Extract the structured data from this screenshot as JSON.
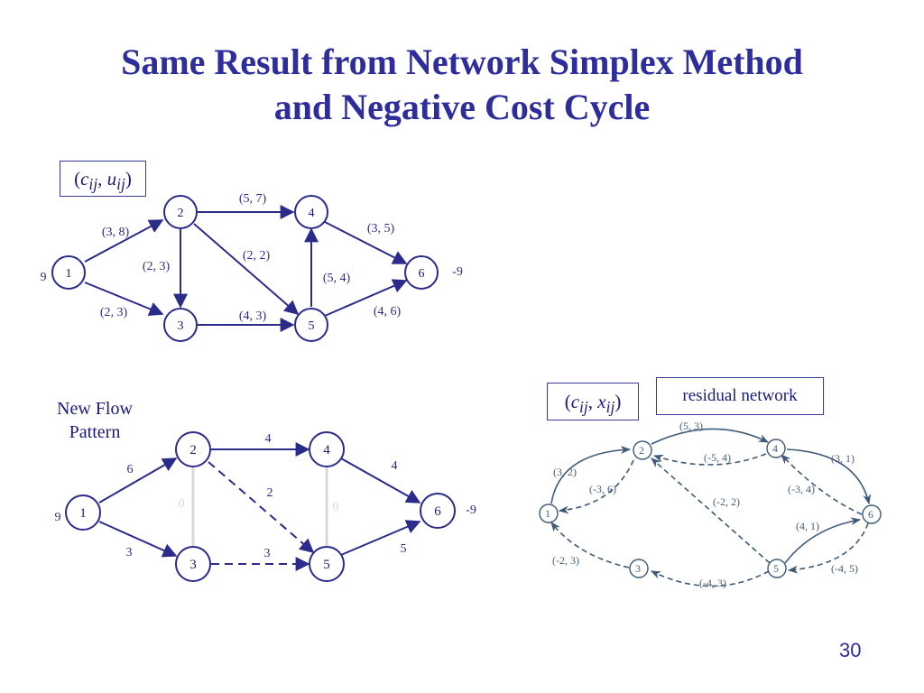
{
  "title": {
    "line1": "Same Result from Network Simplex Method",
    "line2": "and Negative Cost Cycle"
  },
  "legend_top": {
    "open": "(",
    "c": "c",
    "c_sub": "ij",
    "sep": ", ",
    "u": "u",
    "u_sub": "ij",
    "close": ")"
  },
  "legend_mid": {
    "open": "(",
    "c": "c",
    "c_sub": "ij",
    "sep": ", ",
    "x": "x",
    "x_sub": "ij",
    "close": ")"
  },
  "residual_label": "residual network",
  "new_flow_label": {
    "line1": "New Flow",
    "line2": "Pattern"
  },
  "page_number": "30",
  "graph1": {
    "nodes": [
      {
        "id": "1",
        "supply_label": "9"
      },
      {
        "id": "2"
      },
      {
        "id": "3"
      },
      {
        "id": "4"
      },
      {
        "id": "5"
      },
      {
        "id": "6",
        "supply_label": "-9"
      }
    ],
    "arcs": [
      {
        "from": "1",
        "to": "2",
        "label": "(3, 8)"
      },
      {
        "from": "1",
        "to": "3",
        "label": "(2, 3)"
      },
      {
        "from": "2",
        "to": "3",
        "label": "(2, 3)"
      },
      {
        "from": "2",
        "to": "4",
        "label": "(5, 7)"
      },
      {
        "from": "2",
        "to": "5",
        "label": "(2, 2)"
      },
      {
        "from": "3",
        "to": "5",
        "label": "(4, 3)"
      },
      {
        "from": "5",
        "to": "4",
        "label": "(5, 4)"
      },
      {
        "from": "4",
        "to": "6",
        "label": "(3, 5)"
      },
      {
        "from": "5",
        "to": "6",
        "label": "(4, 6)"
      }
    ]
  },
  "graph2": {
    "nodes": [
      {
        "id": "1",
        "supply_label": "9"
      },
      {
        "id": "2"
      },
      {
        "id": "3"
      },
      {
        "id": "4"
      },
      {
        "id": "5"
      },
      {
        "id": "6",
        "supply_label": "-9"
      }
    ],
    "arcs": [
      {
        "from": "1",
        "to": "2",
        "label": "6"
      },
      {
        "from": "1",
        "to": "3",
        "label": "3"
      },
      {
        "from": "2",
        "to": "4",
        "label": "4"
      },
      {
        "from": "2",
        "to": "5",
        "label": "2",
        "style": "dashed"
      },
      {
        "from": "2",
        "to": "3",
        "label": "0",
        "style": "faint"
      },
      {
        "from": "3",
        "to": "5",
        "label": "3",
        "style": "dashed"
      },
      {
        "from": "4",
        "to": "5",
        "label": "0",
        "style": "faint"
      },
      {
        "from": "4",
        "to": "6",
        "label": "4"
      },
      {
        "from": "5",
        "to": "6",
        "label": "5"
      }
    ]
  },
  "graph3": {
    "nodes": [
      {
        "id": "1"
      },
      {
        "id": "2"
      },
      {
        "id": "3"
      },
      {
        "id": "4"
      },
      {
        "id": "5"
      },
      {
        "id": "6"
      }
    ],
    "arcs": [
      {
        "label": "(5, 3)"
      },
      {
        "label": "(-5, 4)"
      },
      {
        "label": "(3, 2)"
      },
      {
        "label": "(-3, 6)"
      },
      {
        "label": "(3, 1)"
      },
      {
        "label": "(-3, 4)"
      },
      {
        "label": "(-2, 2)"
      },
      {
        "label": "(4, 1)"
      },
      {
        "label": "(-4, 5)"
      },
      {
        "label": "(-2, 3)"
      },
      {
        "label": "(-4, 3)"
      }
    ]
  },
  "colors": {
    "title": "#2e2e9a",
    "graph_line": "#2b2b8a",
    "residual_line": "#3d5a78",
    "faint_arc": "#d8d8d8"
  }
}
